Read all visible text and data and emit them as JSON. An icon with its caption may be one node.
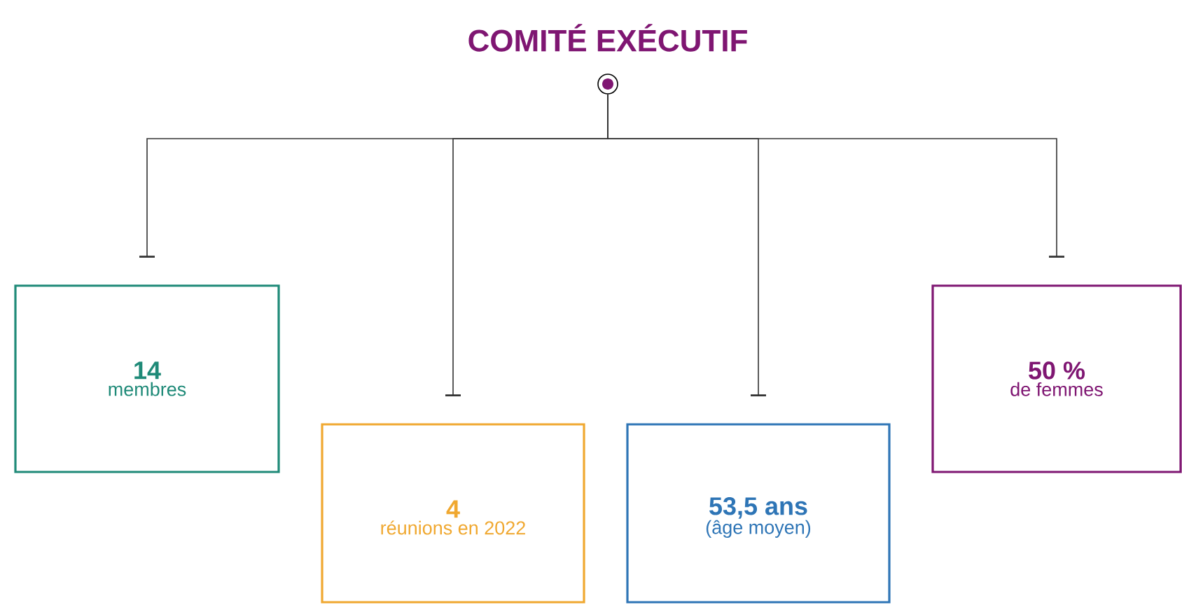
{
  "diagram": {
    "title": "COMITÉ EXÉCUTIF",
    "nodes": [
      {
        "text": [],
        "shape": "circle"
      },
      {
        "text": [
          "14",
          "membres"
        ]
      },
      {
        "text": [
          "4",
          "réunions en 2022"
        ]
      },
      {
        "text": [
          "53,5 ans",
          "(âge moyen)"
        ]
      },
      {
        "text": [
          "50 %",
          "de femmes"
        ]
      }
    ],
    "edges": [
      {
        "from": 0,
        "to": 1,
        "arrow": "other"
      },
      {
        "from": 0,
        "to": 2,
        "arrow": "other"
      },
      {
        "from": 0,
        "to": 3,
        "arrow": "other"
      },
      {
        "from": 0,
        "to": 4,
        "arrow": "other"
      }
    ]
  }
}
